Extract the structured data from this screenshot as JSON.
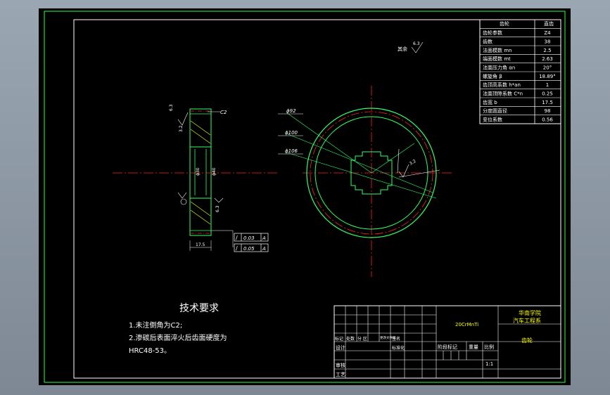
{
  "param_table": {
    "header": [
      "齿轮",
      "直齿"
    ],
    "rows": [
      [
        "齿轮参数",
        "Z4"
      ],
      [
        "齿数",
        "38"
      ],
      [
        "法面模数 mn",
        "2.5"
      ],
      [
        "端面模数 mt",
        "2.63"
      ],
      [
        "法面压力角 αn",
        "20°"
      ],
      [
        "螺旋角 β",
        "18.89°"
      ],
      [
        "齿顶高系数 h*an",
        "1"
      ],
      [
        "法面顶隙系数 C*n",
        "0.25"
      ],
      [
        "齿宽 b",
        "17.5"
      ],
      [
        "分度圆直径",
        "98"
      ],
      [
        "变位系数",
        "0.56"
      ]
    ]
  },
  "dimensions": {
    "d92": "ϕ92",
    "d100": "ϕ100",
    "d106": "ϕ106",
    "chamfer": "C2",
    "rest_surface": "其余",
    "width": "17.5",
    "bore": "ϕ30",
    "hub": "ϕ40",
    "tol1_value": "0.03",
    "tol2_value": "0.05",
    "datum": "A",
    "rough1": "6.3",
    "rough2": "3.2",
    "rough3": "6.3",
    "rough_right": "3.2",
    "rough_rest": "6.3"
  },
  "tech_req": {
    "title": "技术要求",
    "line1": "1.未注倒角为C2;",
    "line2": "2.渗碳后表面淬火后齿面硬度为",
    "line3": "HRC48-53。"
  },
  "title_block": {
    "material": "20CrMnTi",
    "school": "华南学院",
    "department": "汽车工程系",
    "part_name": "齿轮",
    "marks_label": "标记",
    "count_label": "处数",
    "zone_label": "分  区",
    "change_doc_label": "更改文件号",
    "signature_label": "签名",
    "design_label": "设计",
    "std_label": "标准化",
    "stage_label": "阶段标记",
    "weight_label": "重量",
    "scale_label": "比例",
    "scale_value": "1:1",
    "review_label": "审核",
    "process_label": "工艺"
  },
  "colors": {
    "background": "#000000",
    "border": "#33ff33",
    "text": "#ffffff",
    "centerline": "#ff2020",
    "outline": "#33ff66",
    "hatch": "#ffff00"
  }
}
